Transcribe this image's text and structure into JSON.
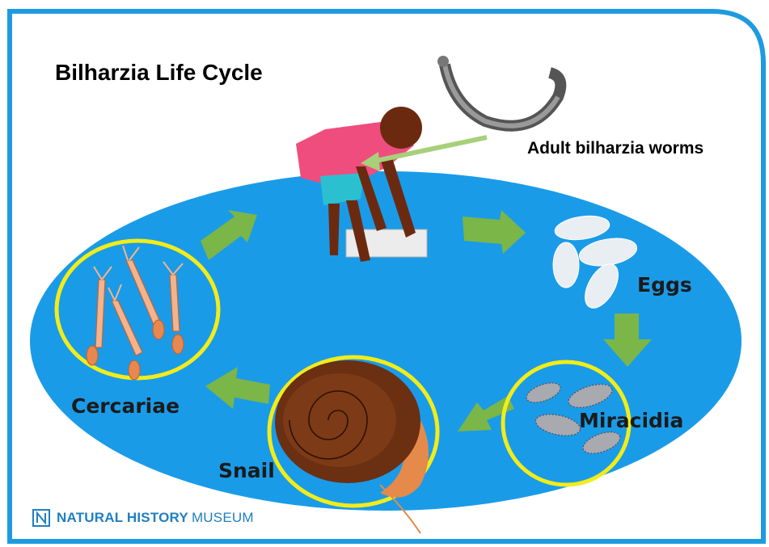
{
  "title": "Bilharzia Life Cycle",
  "worm_caption": "Adult bilharzia worms",
  "stages": {
    "eggs": "Eggs",
    "miracidia": "Miracidia",
    "snail": "Snail",
    "cercariae": "Cercariae"
  },
  "logo": {
    "bold": "NATURAL HISTORY",
    "light": "MUSEUM"
  },
  "colors": {
    "frame_blue": "#1e9be0",
    "pond_blue": "#1a9be8",
    "arrow_green": "#7ab648",
    "ring_yellow": "#f2ec1a",
    "logo_blue": "#1f7fc0"
  }
}
